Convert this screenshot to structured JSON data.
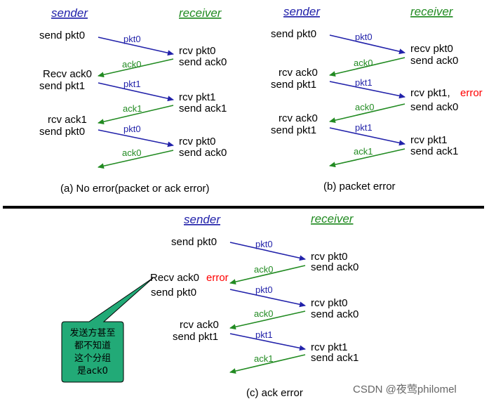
{
  "colors": {
    "sender": "#2222aa",
    "receiver": "#228b22",
    "error": "#ff0000",
    "note_fill": "#22aa77",
    "note_stroke": "#000000"
  },
  "panel_a": {
    "sender_header": "sender",
    "receiver_header": "receiver",
    "sender_labels": [
      "send pkt0",
      "Recv ack0",
      "send pkt1",
      "rcv ack1",
      "send pkt0"
    ],
    "receiver_labels": [
      "rcv pkt0",
      "send ack0",
      "rcv pkt1",
      "send ack1",
      "rcv pkt0",
      "send ack0"
    ],
    "messages": [
      "pkt0",
      "ack0",
      "pkt1",
      "ack1",
      "pkt0",
      "ack0"
    ],
    "caption": "(a) No error(packet or ack error)"
  },
  "panel_b": {
    "sender_header": "sender",
    "receiver_header": "receiver",
    "sender_labels": [
      "send pkt0",
      "rcv ack0",
      "send pkt1",
      "rcv ack0",
      "send pkt1"
    ],
    "receiver_labels": [
      "recv pkt0",
      "send ack0",
      "rcv pkt1,",
      "error",
      "send ack0",
      "rcv pkt1",
      "send ack1"
    ],
    "messages": [
      "pkt0",
      "ack0",
      "pkt1",
      "ack0",
      "pkt1",
      "ack1"
    ],
    "caption": "(b) packet error"
  },
  "panel_c": {
    "sender_header": "sender",
    "receiver_header": "receiver",
    "sender_labels": [
      "send pkt0",
      "Recv ack0",
      "error",
      "send pkt0",
      "rcv ack0",
      "send pkt1"
    ],
    "receiver_labels": [
      "rcv pkt0",
      "send ack0",
      "rcv pkt0",
      "send ack0",
      "rcv pkt1",
      "send ack1"
    ],
    "messages": [
      "pkt0",
      "ack0",
      "pkt0",
      "ack0",
      "pkt1",
      "ack1"
    ],
    "note_lines": [
      "发送方甚至",
      "都不知道",
      "这个分组",
      "是ack0"
    ],
    "caption": "(c) ack error"
  },
  "watermark": "CSDN @夜莺philomel"
}
